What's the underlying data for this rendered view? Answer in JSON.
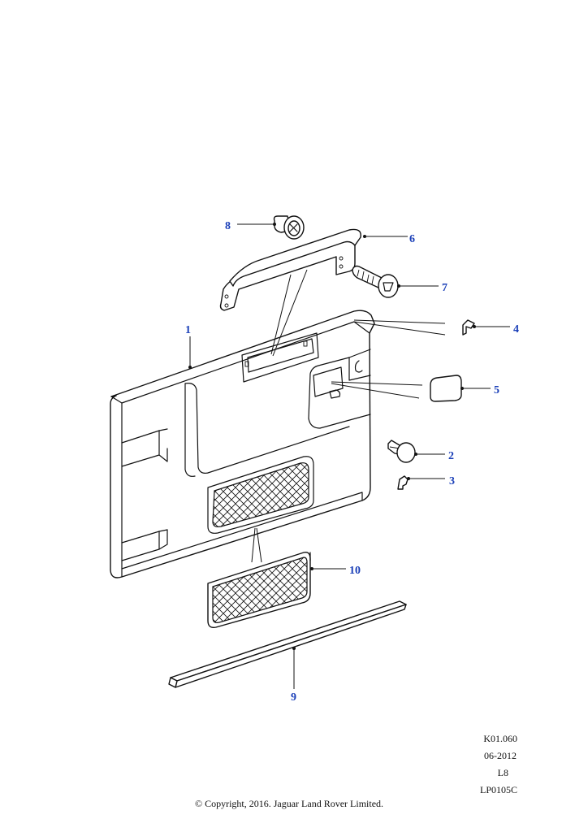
{
  "callouts": {
    "c1": "1",
    "c2": "2",
    "c3": "3",
    "c4": "4",
    "c5": "5",
    "c6": "6",
    "c7": "7",
    "c8": "8",
    "c9": "9",
    "c10": "10"
  },
  "reference": {
    "code": "K01.060",
    "date": "06-2012",
    "level": "L8",
    "plate": "LP0105C"
  },
  "copyright": "© Copyright, 2016. Jaguar Land Rover Limited.",
  "colors": {
    "callout": "#1a3fb8",
    "line": "#111111",
    "background": "#ffffff"
  }
}
